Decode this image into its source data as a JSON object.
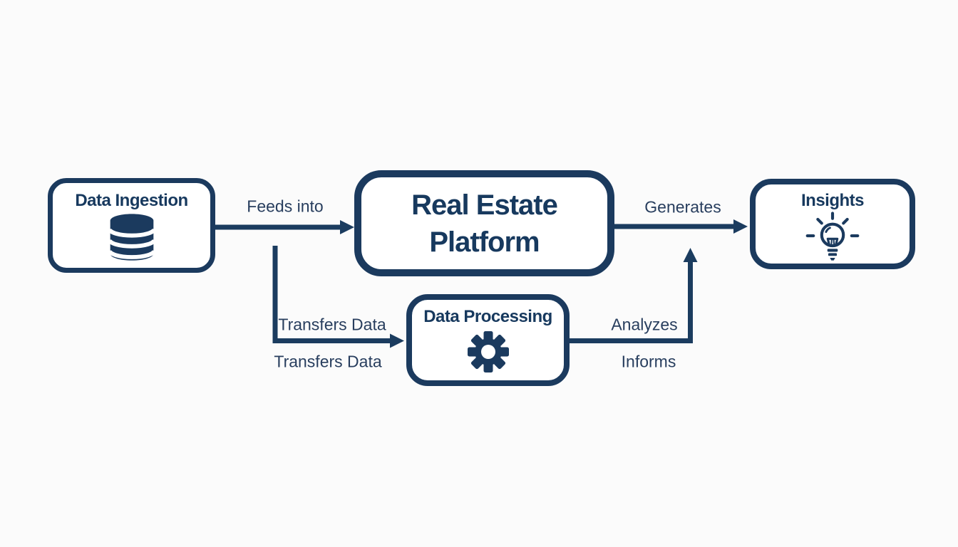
{
  "diagram": {
    "accent_color": "#1b3a5e",
    "background_color": "#fbfbfb",
    "nodes": {
      "data_ingestion": {
        "label": "Data Ingestion",
        "icon": "database-icon"
      },
      "real_estate_platform": {
        "label": "Real Estate Platform"
      },
      "data_processing": {
        "label": "Data Processing",
        "icon": "gear-icon"
      },
      "insights": {
        "label": "Insights",
        "icon": "lightbulb-icon"
      }
    },
    "edge_labels": {
      "feeds_into": "Feeds into",
      "generates": "Generates",
      "transfers_data_upper": "Transfers Data",
      "transfers_data_lower": "Transfers Data",
      "analyzes": "Analyzes",
      "informs": "Informs"
    }
  }
}
